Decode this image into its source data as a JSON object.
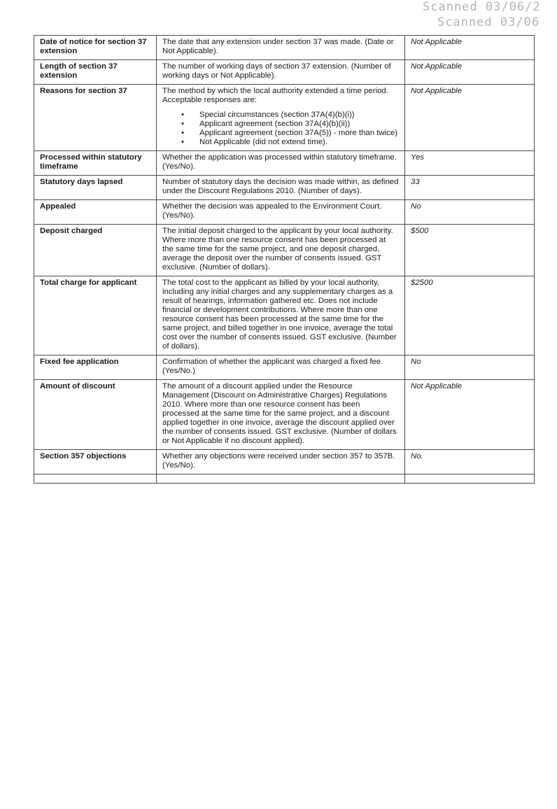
{
  "stamps": [
    "Scanned 03/06/2",
    "Scanned 03/06"
  ],
  "rows": [
    {
      "field": "Date of notice for section 37 extension",
      "description": "The date that any extension under section 37 was made. (Date or Not Applicable).",
      "value": "Not Applicable"
    },
    {
      "field": "Length of section 37 extension",
      "description": "The number of working days of section 37 extension. (Number of working days or Not Applicable).",
      "value": "Not Applicable"
    },
    {
      "field": "Reasons for section 37",
      "description": "The method by which the local authority extended a time period. Acceptable responses are:",
      "bullets": [
        "Special circumstances (section 37A(4)(b)(i))",
        "Applicant agreement (section 37A(4)(b)(ii))",
        "Applicant agreement (section 37A(5)) - more than twice)",
        "Not Applicable (did not extend time)."
      ],
      "value": "Not Applicable"
    },
    {
      "field": "Processed within statutory timeframe",
      "description": "Whether the application was processed within statutory timeframe. (Yes/No).",
      "value": "Yes"
    },
    {
      "field": "Statutory days lapsed",
      "description": "Number of statutory days the decision was made within, as defined under the Discount Regulations 2010. (Number of days).",
      "value": "33"
    },
    {
      "field": "Appealed",
      "description": "Whether the decision was appealed to the Environment Court. (Yes/No).",
      "value": "No"
    },
    {
      "field": "Deposit charged",
      "description": "The initial deposit charged to the applicant by your local authority. Where more than one resource consent has been processed at the same time for the same project, and one deposit charged, average the deposit over the number of consents issued. GST exclusive. (Number of dollars).",
      "value": "$500"
    },
    {
      "field": "Total charge for applicant",
      "description": "The total cost to the applicant as billed by your local authority, including any initial charges and any supplementary charges as a result of hearings, information gathered etc. Does not include financial or development contributions. Where more than one resource consent has been processed at the same time for the same project, and billed together in one invoice, average the total cost over the number of consents issued. GST exclusive. (Number of dollars).",
      "value": "$2500"
    },
    {
      "field": "Fixed fee application",
      "description": "Confirmation of whether the applicant was charged a fixed fee. (Yes/No.)",
      "value": "No"
    },
    {
      "field": "Amount of discount",
      "description": "The amount of a discount applied under the Resource Management (Discount on Administrative Charges) Regulations 2010. Where more than one resource consent has been processed at the same time for the same project, and a discount applied together in one invoice, average the discount applied over the number of consents issued. GST exclusive. (Number of dollars or Not Applicable if no discount applied).",
      "value": "Not Applicable"
    },
    {
      "field": "Section 357 objections",
      "description": "Whether any objections were received under section 357 to 357B. (Yes/No).",
      "value": "No."
    }
  ]
}
